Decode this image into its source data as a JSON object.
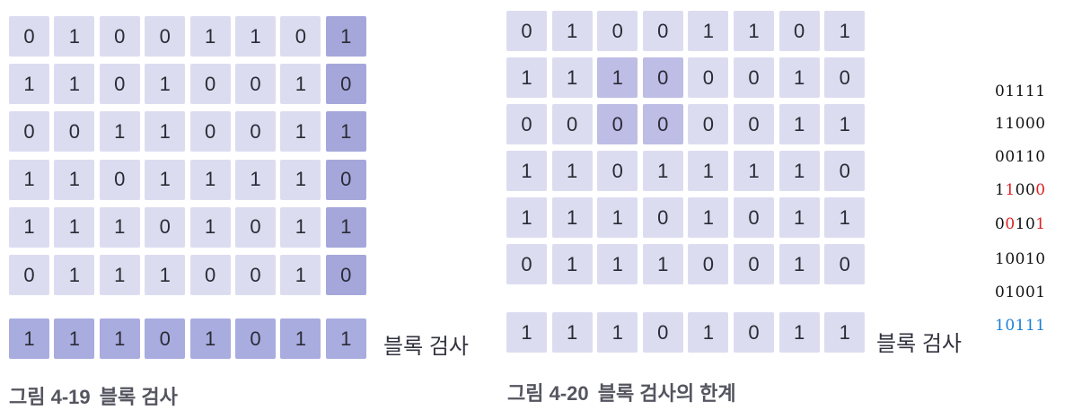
{
  "figure_left": {
    "grid": [
      [
        "0",
        "1",
        "0",
        "0",
        "1",
        "1",
        "0",
        "1"
      ],
      [
        "1",
        "1",
        "0",
        "1",
        "0",
        "0",
        "1",
        "0"
      ],
      [
        "0",
        "0",
        "1",
        "1",
        "0",
        "0",
        "1",
        "1"
      ],
      [
        "1",
        "1",
        "0",
        "1",
        "1",
        "1",
        "1",
        "0"
      ],
      [
        "1",
        "1",
        "1",
        "0",
        "1",
        "0",
        "1",
        "1"
      ],
      [
        "0",
        "1",
        "1",
        "1",
        "0",
        "0",
        "1",
        "0"
      ]
    ],
    "check_row": [
      "1",
      "1",
      "1",
      "0",
      "1",
      "0",
      "1",
      "1"
    ],
    "check_label": "블록 검사",
    "caption_number": "그림 4-19",
    "caption_title": "블록 검사"
  },
  "figure_right": {
    "grid": [
      [
        "0",
        "1",
        "0",
        "0",
        "1",
        "1",
        "0",
        "1"
      ],
      [
        "1",
        "1",
        "1",
        "0",
        "0",
        "0",
        "1",
        "0"
      ],
      [
        "0",
        "0",
        "0",
        "0",
        "0",
        "0",
        "1",
        "1"
      ],
      [
        "1",
        "1",
        "0",
        "1",
        "1",
        "1",
        "1",
        "0"
      ],
      [
        "1",
        "1",
        "1",
        "0",
        "1",
        "0",
        "1",
        "1"
      ],
      [
        "0",
        "1",
        "1",
        "1",
        "0",
        "0",
        "1",
        "0"
      ]
    ],
    "highlighted_cells": [
      [
        1,
        2
      ],
      [
        1,
        3
      ],
      [
        2,
        2
      ],
      [
        2,
        3
      ]
    ],
    "check_row": [
      "1",
      "1",
      "1",
      "0",
      "1",
      "0",
      "1",
      "1"
    ],
    "check_label": "블록 검사",
    "caption_number": "그림 4-20",
    "caption_title": "블록 검사의 한계"
  },
  "column_codes": [
    {
      "parts": [
        {
          "t": "01111",
          "red": false
        }
      ]
    },
    {
      "parts": [
        {
          "t": "11000",
          "red": false
        }
      ]
    },
    {
      "parts": [
        {
          "t": "00110",
          "red": false
        }
      ]
    },
    {
      "parts": [
        {
          "t": "1",
          "red": false
        },
        {
          "t": "1",
          "red": true
        },
        {
          "t": "00",
          "red": false
        },
        {
          "t": "0",
          "red": true
        }
      ]
    },
    {
      "parts": [
        {
          "t": "0",
          "red": false
        },
        {
          "t": "0",
          "red": true
        },
        {
          "t": "10",
          "red": false
        },
        {
          "t": "1",
          "red": true
        }
      ]
    },
    {
      "parts": [
        {
          "t": "10010",
          "red": false
        }
      ]
    },
    {
      "parts": [
        {
          "t": "01001",
          "red": false
        }
      ]
    },
    {
      "parts": [
        {
          "t": "10111",
          "red": false
        }
      ],
      "blue": true
    }
  ],
  "colors": {
    "cell_light": "#dcdcf1",
    "cell_mid": "#bdbde6",
    "cell_dark": "#a5a7db",
    "check_row_fill_left": "#a9acdf",
    "highlight_red": "#e02020",
    "highlight_blue": "#1c7fd4"
  }
}
